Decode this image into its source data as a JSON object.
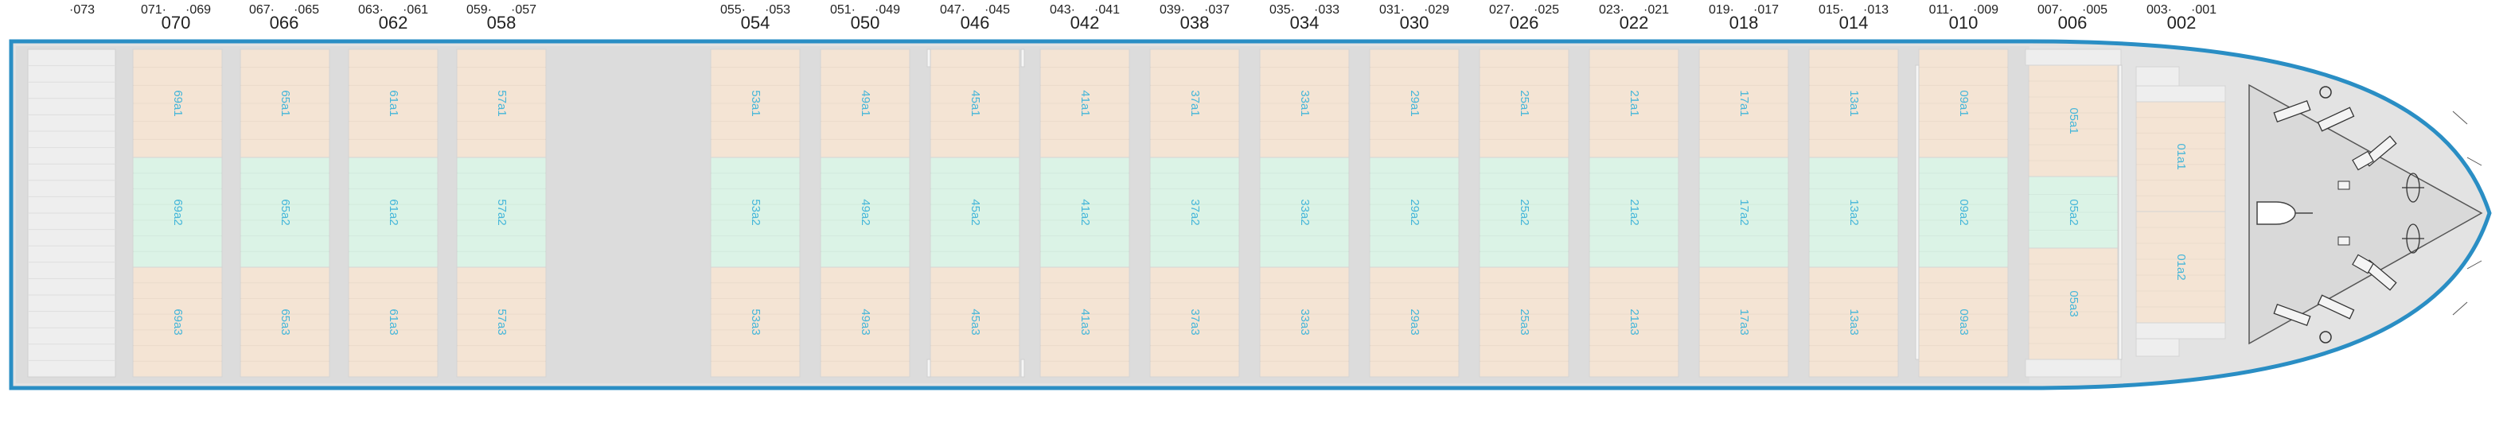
{
  "colors": {
    "hull_outline": "#2a8ec4",
    "hull_fill": "#e3e3e3",
    "deck_fill": "#dcdcdc",
    "slot_orange": "#f4e4d4",
    "slot_green": "#dbf3e6",
    "slot_gray": "#eeeeee",
    "slot_label": "#45b6d9",
    "text": "#222222"
  },
  "header_labels": [
    {
      "id": "073",
      "num": "",
      "left": "073",
      "right": ""
    },
    {
      "id": "070",
      "num": "070",
      "left": "071",
      "right": "069"
    },
    {
      "id": "066",
      "num": "066",
      "left": "067",
      "right": "065"
    },
    {
      "id": "062",
      "num": "062",
      "left": "063",
      "right": "061"
    },
    {
      "id": "058",
      "num": "058",
      "left": "059",
      "right": "057"
    },
    {
      "id": "054",
      "num": "054",
      "left": "055",
      "right": "053"
    },
    {
      "id": "050",
      "num": "050",
      "left": "051",
      "right": "049"
    },
    {
      "id": "046",
      "num": "046",
      "left": "047",
      "right": "045"
    },
    {
      "id": "042",
      "num": "042",
      "left": "043",
      "right": "041"
    },
    {
      "id": "038",
      "num": "038",
      "left": "039",
      "right": "037"
    },
    {
      "id": "034",
      "num": "034",
      "left": "035",
      "right": "033"
    },
    {
      "id": "030",
      "num": "030",
      "left": "031",
      "right": "029"
    },
    {
      "id": "026",
      "num": "026",
      "left": "027",
      "right": "025"
    },
    {
      "id": "022",
      "num": "022",
      "left": "023",
      "right": "021"
    },
    {
      "id": "018",
      "num": "018",
      "left": "019",
      "right": "017"
    },
    {
      "id": "014",
      "num": "014",
      "left": "015",
      "right": "013"
    },
    {
      "id": "010",
      "num": "010",
      "left": "011",
      "right": "009"
    },
    {
      "id": "006",
      "num": "006",
      "left": "007",
      "right": "005"
    },
    {
      "id": "002",
      "num": "002",
      "left": "003",
      "right": "001"
    }
  ],
  "bays": [
    {
      "id": "69",
      "labels": [
        "69a1",
        "69a2",
        "69a3"
      ]
    },
    {
      "id": "65",
      "labels": [
        "65a1",
        "65a2",
        "65a3"
      ]
    },
    {
      "id": "61",
      "labels": [
        "61a1",
        "61a2",
        "61a3"
      ]
    },
    {
      "id": "57",
      "labels": [
        "57a1",
        "57a2",
        "57a3"
      ]
    },
    {
      "id": "53",
      "labels": [
        "53a1",
        "53a2",
        "53a3"
      ]
    },
    {
      "id": "49",
      "labels": [
        "49a1",
        "49a2",
        "49a3"
      ]
    },
    {
      "id": "45",
      "labels": [
        "45a1",
        "45a2",
        "45a3"
      ]
    },
    {
      "id": "41",
      "labels": [
        "41a1",
        "41a2",
        "41a3"
      ]
    },
    {
      "id": "37",
      "labels": [
        "37a1",
        "37a2",
        "37a3"
      ]
    },
    {
      "id": "33",
      "labels": [
        "33a1",
        "33a2",
        "33a3"
      ]
    },
    {
      "id": "29",
      "labels": [
        "29a1",
        "29a2",
        "29a3"
      ]
    },
    {
      "id": "25",
      "labels": [
        "25a1",
        "25a2",
        "25a3"
      ]
    },
    {
      "id": "21",
      "labels": [
        "21a1",
        "21a2",
        "21a3"
      ]
    },
    {
      "id": "17",
      "labels": [
        "17a1",
        "17a2",
        "17a3"
      ]
    },
    {
      "id": "13",
      "labels": [
        "13a1",
        "13a2",
        "13a3"
      ]
    },
    {
      "id": "09",
      "labels": [
        "09a1",
        "09a2",
        "09a3"
      ]
    },
    {
      "id": "05",
      "labels": [
        "05a1",
        "05a2",
        "05a3"
      ]
    },
    {
      "id": "01",
      "labels": [
        "01a1",
        "01a2"
      ]
    }
  ]
}
